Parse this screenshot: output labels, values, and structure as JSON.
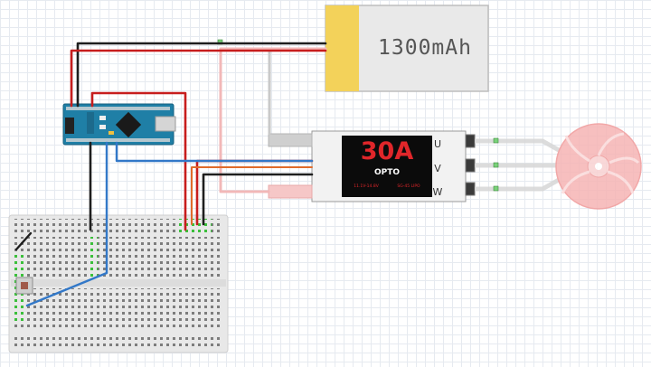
{
  "battery": {
    "capacity_label": "1300mAh"
  },
  "esc": {
    "rating_label": "30A",
    "type_label": "OPTO",
    "spec_left": "11.1V-14.8V",
    "spec_right": "SG-45 LIPO",
    "phase_labels": [
      "U",
      "V",
      "W"
    ]
  },
  "colors": {
    "wire_black": "#1e1e1e",
    "wire_red": "#c71d1d",
    "wire_blue": "#3278c8",
    "wire_gray": "#c9c9c9",
    "wire_pink": "#f2b8b8",
    "battery_tab": "#f3d25a",
    "arduino_board": "#1f7fa6",
    "motor": "#f6b5b5"
  }
}
